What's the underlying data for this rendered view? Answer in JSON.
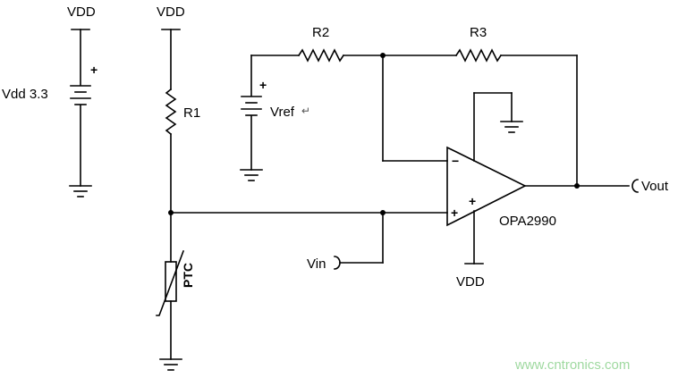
{
  "labels": {
    "vdd_left": "VDD",
    "vdd_mid": "VDD",
    "vdd_bottom": "VDD",
    "battery_label": "Vdd 3.3",
    "battery_plus": "+",
    "vref_plus": "+",
    "r1": "R1",
    "r2": "R2",
    "r3": "R3",
    "vref": "Vref",
    "vref_mark": "↵",
    "opamp_minus": "−",
    "opamp_plus_in": "+",
    "opamp_plus_supply": "+",
    "opamp_part": "OPA2990",
    "ptc": "PTC",
    "vin": "Vin",
    "vout": "Vout"
  },
  "watermark": "www.cntronics.com",
  "colors": {
    "wire": "#000000",
    "watermark": "#9fd9a0"
  }
}
